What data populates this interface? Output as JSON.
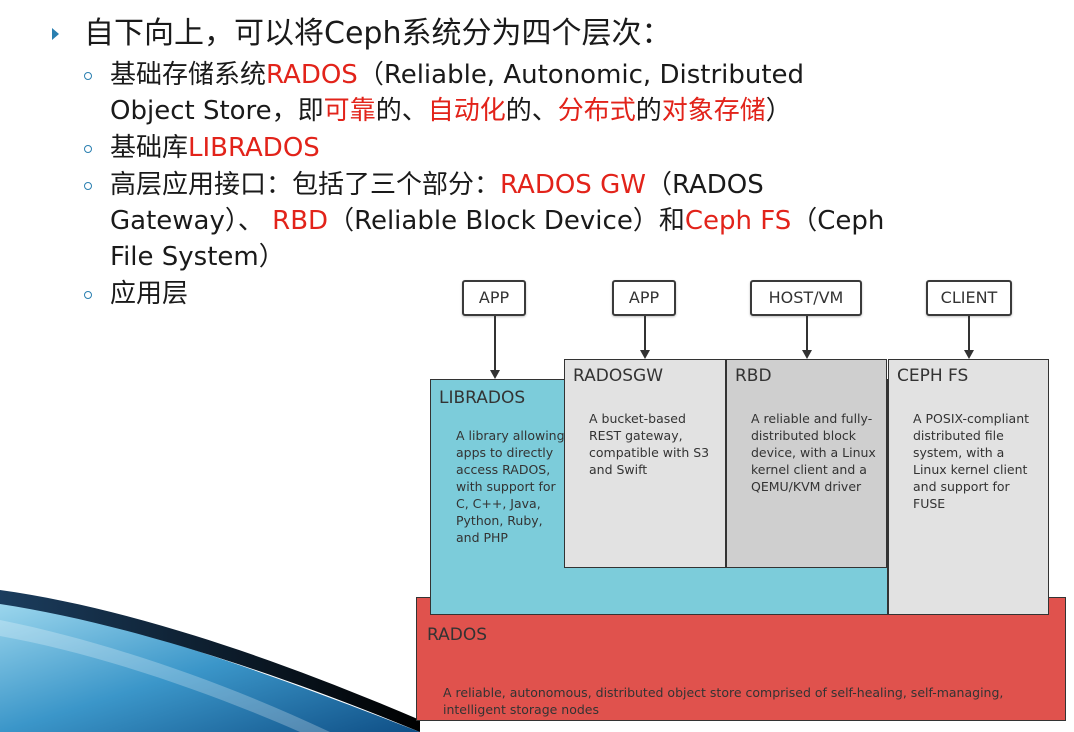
{
  "bullets": {
    "main": "自下向上，可以将Ceph系统分为四个层次：",
    "sub1": {
      "prefix": "基础存储系统",
      "rados": "RADOS",
      "paren1": "（Reliable, Autonomic, Distributed",
      "line2_a": "Object Store，即",
      "reliable": "可靠",
      "de1": "的、",
      "automated": "自动化",
      "de2": "的、",
      "distributed": "分布式",
      "de3": "的",
      "object_storage": "对象存储",
      "close": "）"
    },
    "sub2": {
      "prefix": "基础库",
      "librados": "LIBRADOS"
    },
    "sub3": {
      "prefix": "高层应用接口：包括了三个部分：",
      "radosgw": "RADOS GW",
      "paren_a": "（RADOS",
      "line2_a": "Gateway）、 ",
      "rbd": "RBD",
      "rbd_paren": "（Reliable Block Device）和",
      "cephfs": "Ceph FS",
      "paren_b": "（Ceph",
      "line3": "File System）"
    },
    "sub4": "应用层"
  },
  "diagram": {
    "top_boxes": [
      "APP",
      "APP",
      "HOST/VM",
      "CLIENT"
    ],
    "librados": {
      "title": "LIBRADOS",
      "desc": [
        "A library allowing",
        "apps to directly",
        "access RADOS,",
        "with support for",
        "C, C++, Java,",
        "Python, Ruby,",
        "and PHP"
      ]
    },
    "radosgw": {
      "title": "RADOSGW",
      "desc": [
        "A bucket-based",
        "REST gateway,",
        "compatible with S3",
        "and Swift"
      ]
    },
    "rbd": {
      "title": "RBD",
      "desc": [
        "A reliable and fully-",
        "distributed block",
        "device, with a Linux",
        "kernel client and a",
        "QEMU/KVM driver"
      ]
    },
    "cephfs": {
      "title": "CEPH FS",
      "desc": [
        "A POSIX-compliant",
        "distributed file",
        "system, with a",
        "Linux kernel client",
        "and support for",
        "FUSE"
      ]
    },
    "rados": {
      "title": "RADOS",
      "desc": [
        "A reliable, autonomous, distributed object store comprised of self-healing, self-managing,",
        "intelligent storage nodes"
      ]
    }
  },
  "colors": {
    "accent_red": "#e2231a",
    "librados_fill": "#7cccda",
    "rados_fill": "#e0524d",
    "bullet_blue": "#2a7fb0"
  }
}
